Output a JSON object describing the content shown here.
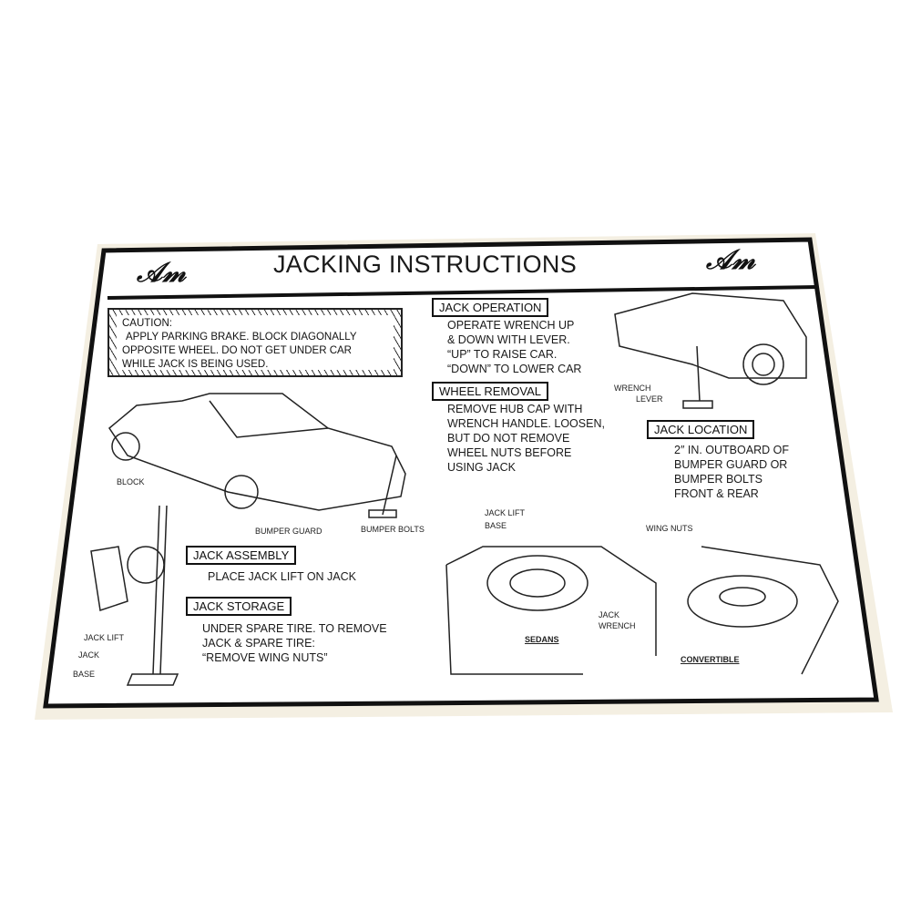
{
  "title": "JACKING INSTRUCTIONS",
  "logo_text": "AM",
  "caution": {
    "heading": "CAUTION:",
    "lines": [
      "APPLY PARKING BRAKE. BLOCK DIAGONALLY",
      "OPPOSITE WHEEL. DO NOT GET UNDER CAR",
      "WHILE JACK IS BEING USED."
    ]
  },
  "jack_operation": {
    "heading": "JACK OPERATION",
    "lines": [
      "OPERATE WRENCH UP",
      "& DOWN WITH LEVER.",
      "“UP” TO RAISE CAR.",
      "“DOWN” TO LOWER CAR"
    ]
  },
  "wheel_removal": {
    "heading": "WHEEL REMOVAL",
    "lines": [
      "REMOVE HUB CAP WITH",
      "WRENCH HANDLE. LOOSEN,",
      "BUT DO NOT REMOVE",
      "WHEEL NUTS BEFORE",
      "USING JACK"
    ]
  },
  "jack_location": {
    "heading": "JACK LOCATION",
    "lines": [
      "2″ IN. OUTBOARD OF",
      "BUMPER GUARD OR",
      "BUMPER BOLTS",
      "FRONT & REAR"
    ]
  },
  "jack_assembly": {
    "heading": "JACK ASSEMBLY",
    "lines": [
      "PLACE JACK LIFT ON JACK"
    ]
  },
  "jack_storage": {
    "heading": "JACK STORAGE",
    "lines": [
      "UNDER SPARE TIRE. TO REMOVE",
      "JACK & SPARE TIRE:",
      "“REMOVE WING NUTS”"
    ]
  },
  "labels": {
    "block": "BLOCK",
    "bumper_guard": "BUMPER GUARD",
    "bumper_bolts": "BUMPER BOLTS",
    "wrench": "WRENCH",
    "lever": "LEVER",
    "jack_lift": "JACK LIFT",
    "jack": "JACK",
    "base": "BASE",
    "jack_lift_base_1": "JACK LIFT",
    "jack_lift_base_2": "BASE",
    "wing_nuts": "WING NUTS",
    "jack_wrench_1": "JACK",
    "jack_wrench_2": "WRENCH",
    "sedans": "SEDANS",
    "convertible": "CONVERTIBLE"
  }
}
